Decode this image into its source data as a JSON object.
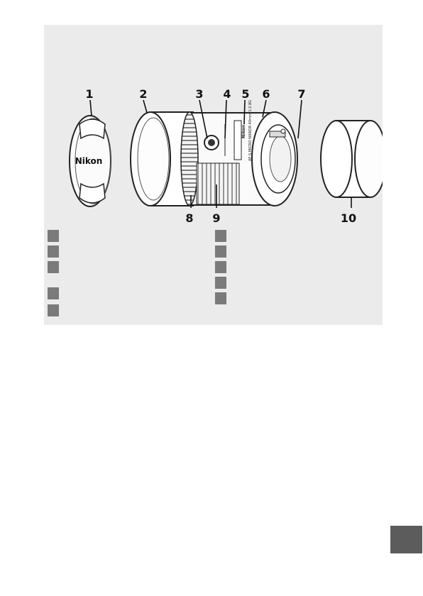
{
  "diagram": {
    "callouts": [
      "1",
      "2",
      "3",
      "4",
      "5",
      "6",
      "7",
      "8",
      "9",
      "10"
    ],
    "lens_cap_brand": "Nikon",
    "lens_body_brand": "Nikon",
    "lens_model_text": "AF-S MICRO NIKKOR 40mm 1:2.8G"
  },
  "legend": {
    "left": [
      {
        "label": ""
      },
      {
        "label": ""
      },
      {
        "label": ""
      },
      {
        "label": ""
      },
      {
        "label": ""
      }
    ],
    "right": [
      {
        "label": ""
      },
      {
        "label": ""
      },
      {
        "label": ""
      },
      {
        "label": ""
      },
      {
        "label": ""
      }
    ]
  },
  "colors": {
    "panel": "#ebebeb",
    "badge": "#7a7a7a",
    "side_tab": "#5c5c5c"
  }
}
